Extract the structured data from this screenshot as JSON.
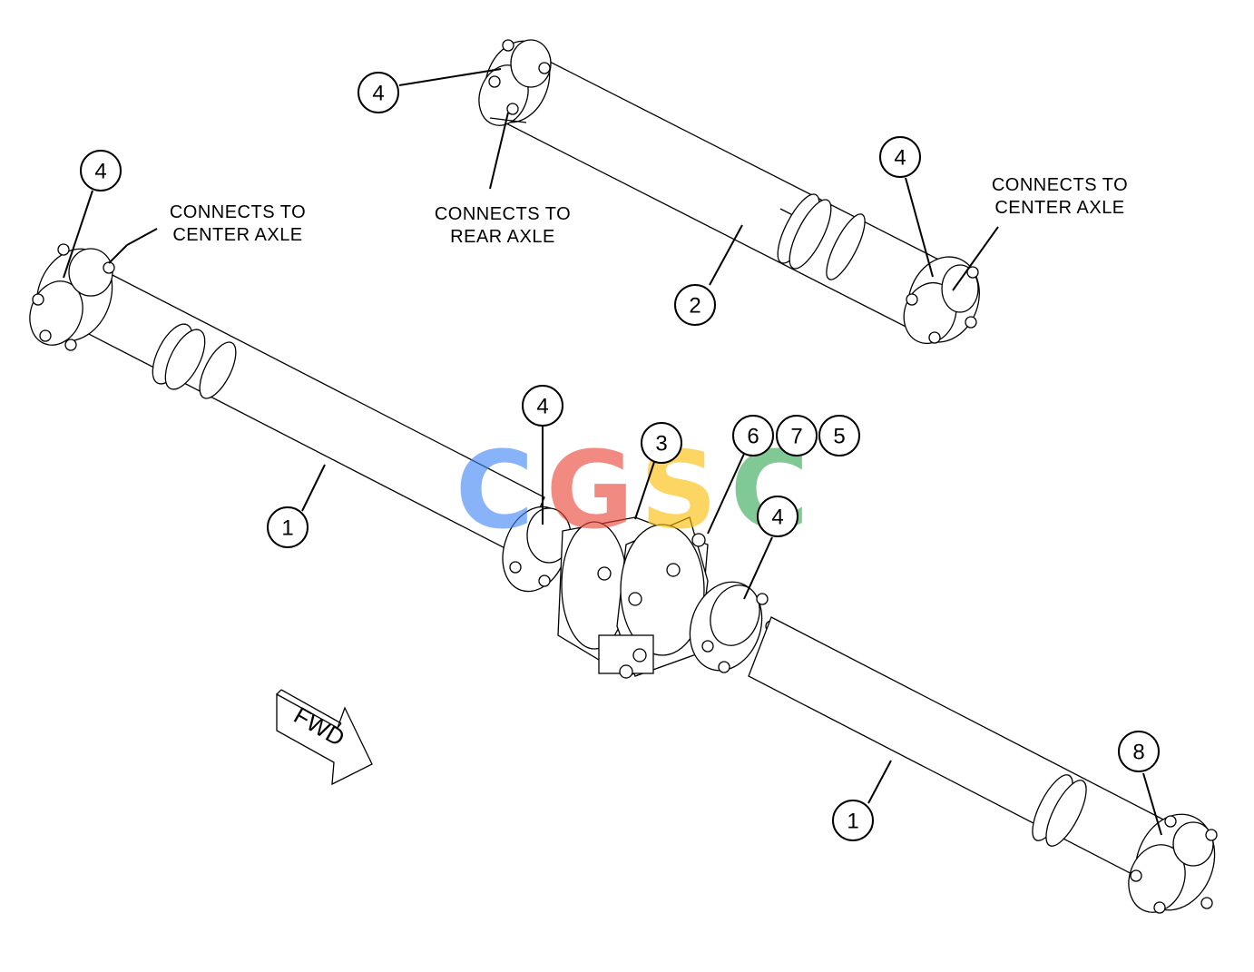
{
  "labels": {
    "left_center_axle_line1": "CONNECTS TO",
    "left_center_axle_line2": "CENTER AXLE",
    "rear_axle_line1": "CONNECTS TO",
    "rear_axle_line2": "REAR AXLE",
    "right_center_axle_line1": "CONNECTS TO",
    "right_center_axle_line2": "CENTER AXLE",
    "fwd_arrow": "FWD"
  },
  "callouts": {
    "top_left_yoke": "4",
    "upper_shaft_left_yoke": "4",
    "upper_shaft_right_yoke": "4",
    "upper_shaft": "2",
    "left_shaft": "1",
    "right_shaft": "1",
    "bearing_left_yoke": "4",
    "bearing": "3",
    "bolt": "6",
    "washer": "7",
    "nut": "5",
    "bearing_right_yoke": "4",
    "end_yoke": "8"
  },
  "watermark": {
    "letters": [
      "C",
      "G",
      "S",
      "C"
    ],
    "colors": [
      "#4285f4",
      "#ea4335",
      "#fbbc05",
      "#34a853"
    ]
  }
}
